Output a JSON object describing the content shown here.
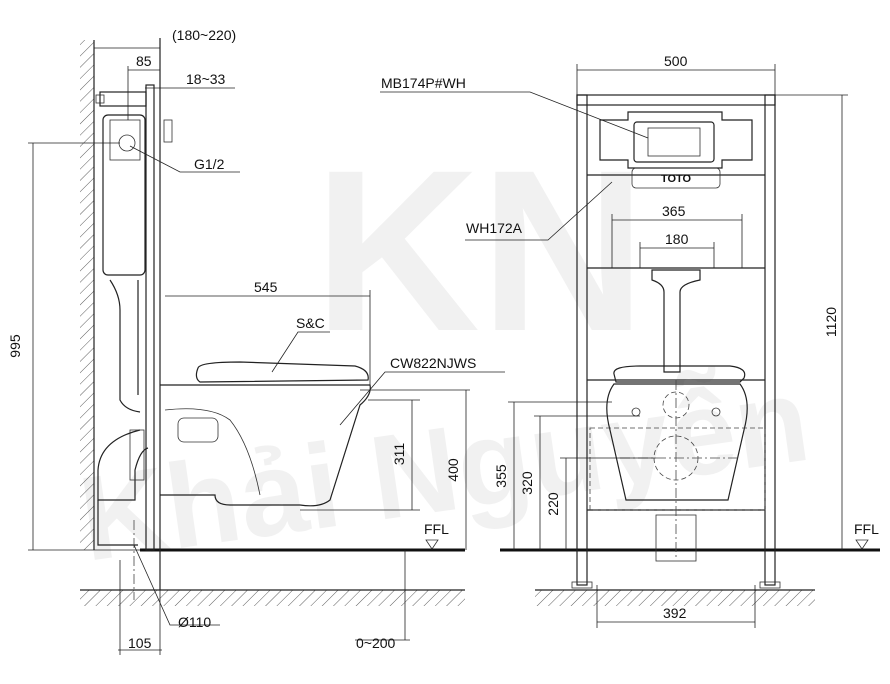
{
  "left_view": {
    "dimensions": {
      "frame_depth": "(180~220)",
      "offset_85": "85",
      "range_18_33": "18~33",
      "inlet": "G1/2",
      "length_545": "545",
      "height_995": "995",
      "height_311": "311",
      "height_400": "400",
      "pipe": "Ø110",
      "offset_105": "105",
      "range_0_200": "0~200"
    },
    "labels": {
      "seat_cover": "S&C",
      "bowl_model": "CW822NJWS",
      "floor": "FFL"
    }
  },
  "right_view": {
    "dimensions": {
      "width_500": "500",
      "width_365": "365",
      "width_180": "180",
      "height_1120": "1120",
      "height_355": "355",
      "height_320": "320",
      "height_220": "220",
      "width_392": "392"
    },
    "labels": {
      "flush_plate_model": "MB174P#WH",
      "frame_model": "WH172A",
      "brand_badge": "TOTO",
      "floor": "FFL"
    }
  },
  "watermark": {
    "text": "Khải Nguyễn",
    "logo": "KN"
  },
  "colors": {
    "line": "#222222",
    "background": "#ffffff",
    "watermark": "#000000"
  }
}
